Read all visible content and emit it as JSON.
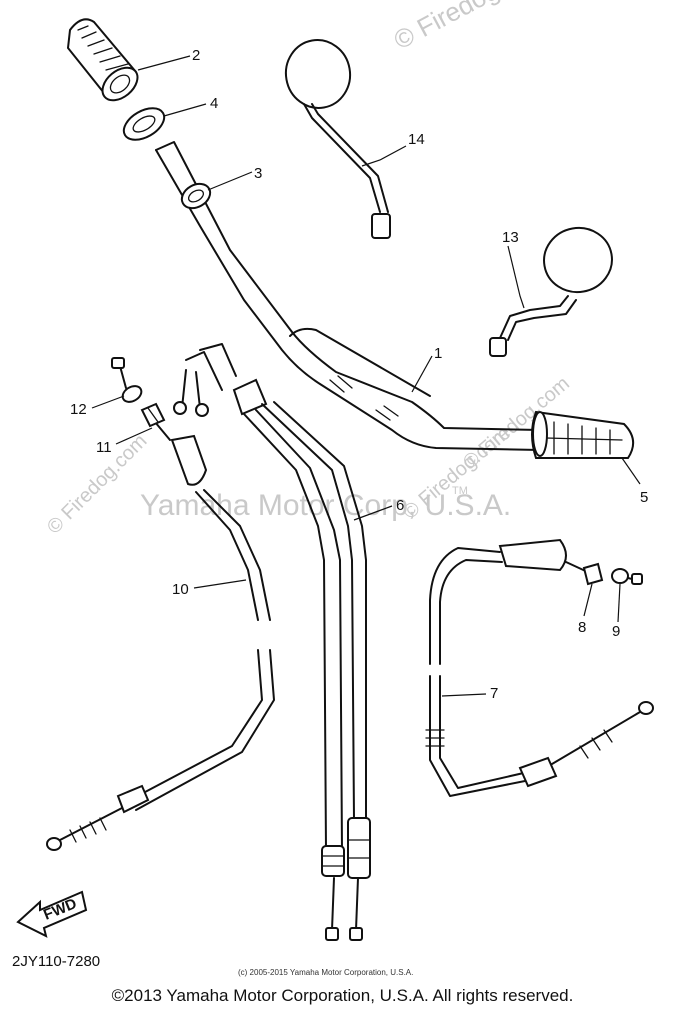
{
  "watermarks": {
    "top_right": "© Firedog.com",
    "center": "Yamaha Motor Corp, U.S.A.",
    "trademark": "TM",
    "left": "© Firedog.com",
    "right": "© Firedog.com",
    "right_lower": "© Firedog.com"
  },
  "callouts": {
    "c1": "1",
    "c2": "2",
    "c3": "3",
    "c4": "4",
    "c5": "5",
    "c6": "6",
    "c7": "7",
    "c8": "8",
    "c9": "9",
    "c10": "10",
    "c11": "11",
    "c12": "12",
    "c13": "13",
    "c14": "14"
  },
  "fwd_label": "FWD",
  "drawing_code": "2JY110-7280",
  "small_copyright": "(c) 2005-2015 Yamaha Motor Corporation, U.S.A.",
  "copyright": "©2013 Yamaha Motor Corporation, U.S.A. All rights reserved."
}
